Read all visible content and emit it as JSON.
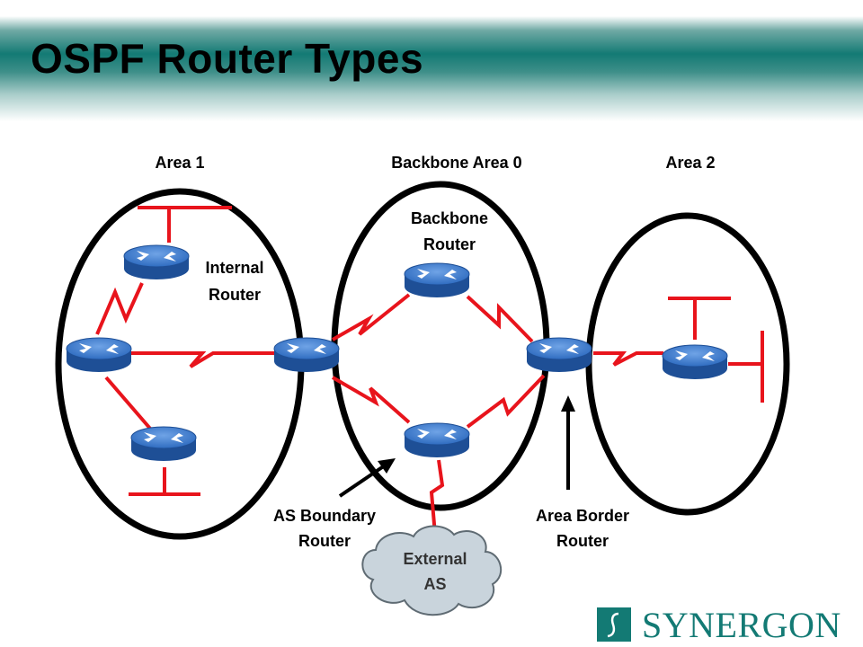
{
  "title": "OSPF Router Types",
  "areas": {
    "area1": "Area 1",
    "backbone": "Backbone Area 0",
    "area2": "Area 2"
  },
  "labels": {
    "internal_router_1": "Internal",
    "internal_router_2": "Router",
    "backbone_router_1": "Backbone",
    "backbone_router_2": "Router",
    "as_boundary_router_1": "AS Boundary",
    "as_boundary_router_2": "Router",
    "area_border_router_1": "Area Border",
    "area_border_router_2": "Router",
    "external_as_1": "External",
    "external_as_2": "AS"
  },
  "logo": {
    "text": "SYNERGON"
  },
  "colors": {
    "link": "#e8141c",
    "router": "#3f7fd1",
    "brand": "#137a74",
    "cloud": "#c9d4dc"
  },
  "icons": [
    "router-icon",
    "cloud-icon",
    "synergon-logo-icon"
  ]
}
